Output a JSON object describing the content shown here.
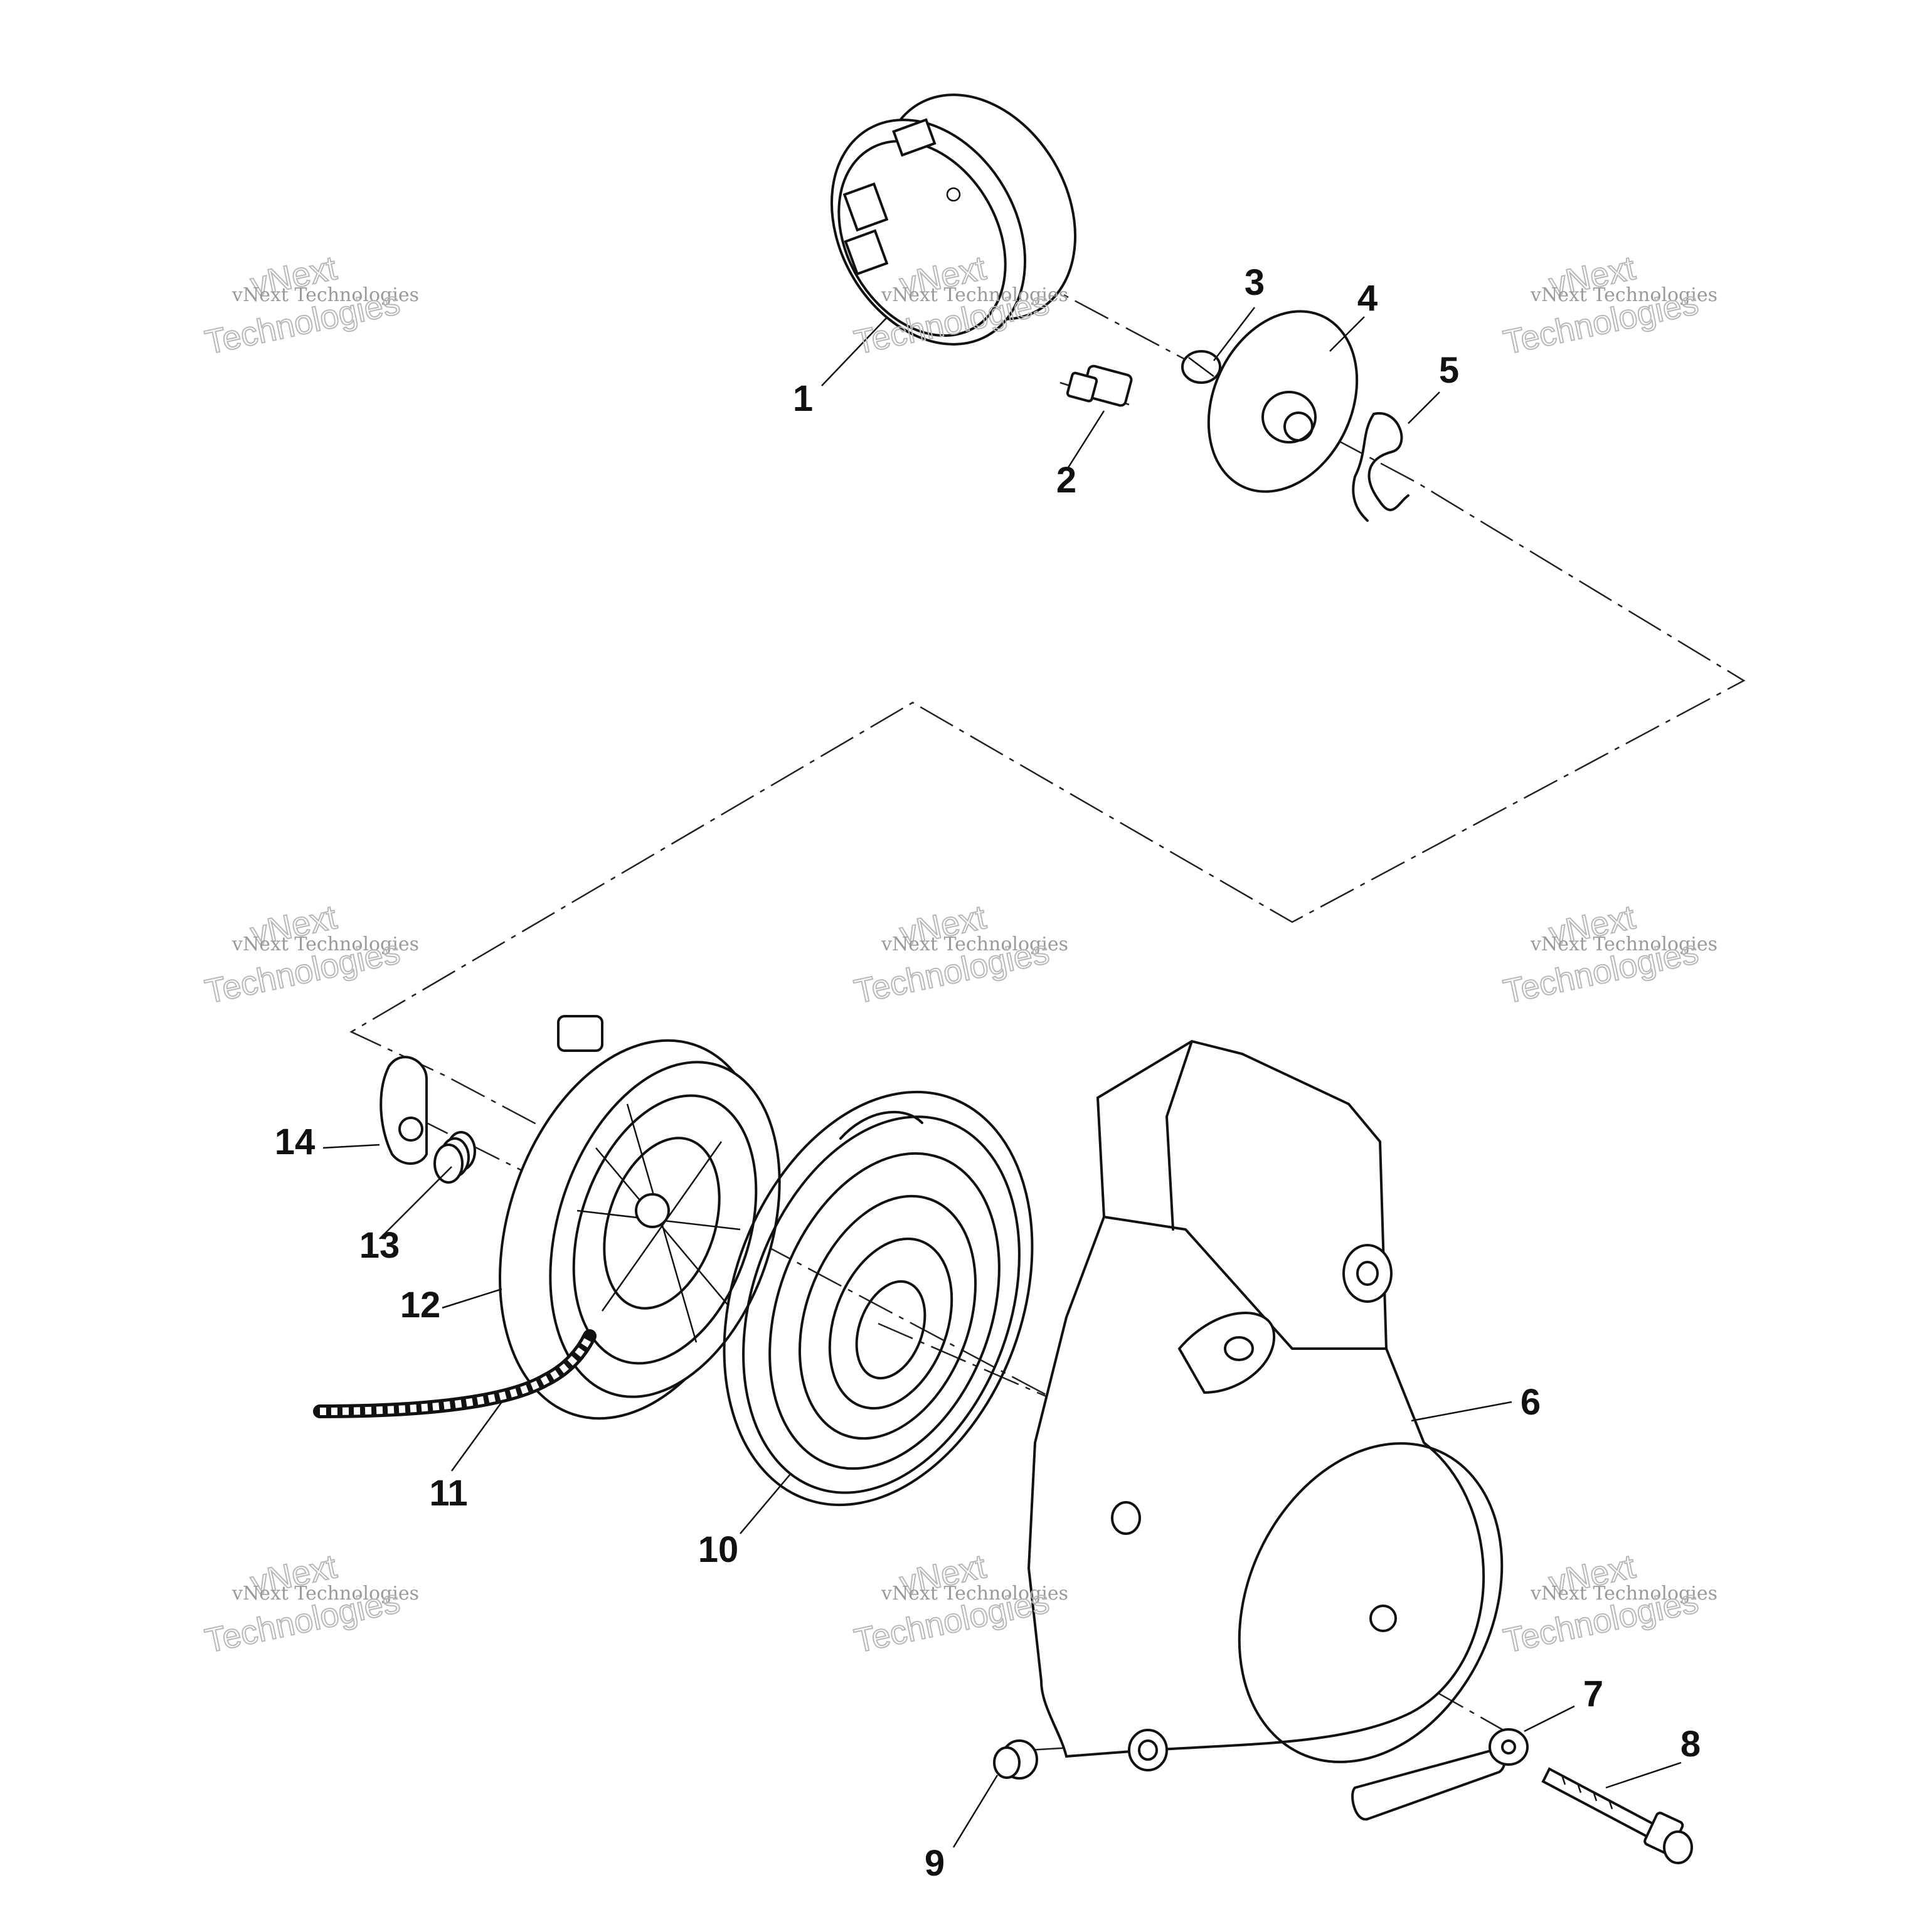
{
  "diagram": {
    "callouts": [
      "1",
      "2",
      "3",
      "4",
      "5",
      "6",
      "7",
      "8",
      "9",
      "10",
      "11",
      "12",
      "13",
      "14"
    ],
    "watermark": {
      "line_small": "vNext Technologies",
      "line_big_1": "vNext",
      "line_big_2": "Technologies"
    }
  }
}
